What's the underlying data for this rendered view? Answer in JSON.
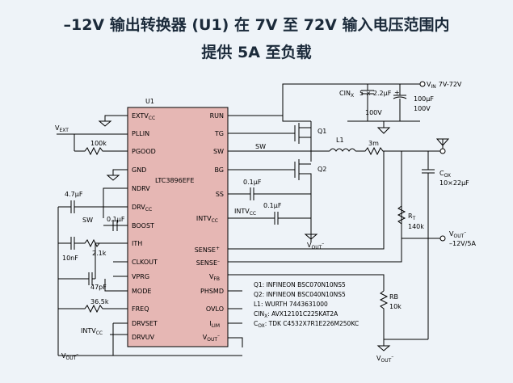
{
  "title": {
    "line1": "–12V 输出转换器 (U1) 在 7V 至 72V 输入电压范围内",
    "line2": "提供 5A 至负载"
  },
  "ic": {
    "ref": "U1",
    "part": "LTC3896EFE",
    "left_pins": {
      "extvcc": "EXTV",
      "extvcc_sub": "CC",
      "pllin": "PLLIN",
      "pgood": "PGOOD",
      "gnd": "GND",
      "ndrv": "NDRV",
      "drvcc": "DRV",
      "drvcc_sub": "CC",
      "boost": "BOOST",
      "ith": "ITH",
      "clkout": "CLKOUT",
      "vprg": "VPRG",
      "mode": "MODE",
      "freq": "FREQ",
      "drvset": "DRVSET",
      "drvuv": "DRVUV"
    },
    "right_pins": {
      "run": "RUN",
      "tg": "TG",
      "sw": "SW",
      "bg": "BG",
      "ss": "SS",
      "intvcc": "INTV",
      "intvcc_sub": "CC",
      "sense_p": "SENSE",
      "sense_n": "SENSE",
      "vfb": "V",
      "vfb_sub": "FB",
      "phsmd": "PHSMD",
      "ovlo": "OVLO",
      "ilim": "I",
      "ilim_sub": "LIM",
      "vout_neg": "V",
      "vout_neg_sub": "OUT"
    }
  },
  "components": {
    "vin": "V",
    "vin_sub": "IN",
    "vin_range": "7V-72V",
    "cin_name": "CIN",
    "cin_sub": "X",
    "cin_value": "5 × 2.2µF",
    "cin_volt": "100V",
    "cbulk_value": "100µF",
    "cbulk_volt": "100V",
    "q1": "Q1",
    "q2": "Q2",
    "l1": "L1",
    "rsense": "3m",
    "sw_label": "SW",
    "vext": "V",
    "vext_sub": "EXT",
    "r_pgood": "100k",
    "c_ndrv": "4.7µF",
    "boost_sw": "SW",
    "c_boost": "0.1µF",
    "c_ith": "10nF",
    "r_ith": "2.1k",
    "c_ith2": "47pF",
    "r_freq": "36.5k",
    "intvcc_label": "INTV",
    "intvcc_sub": "CC",
    "c_ss": "0.1µF",
    "c_int": "0.1µF",
    "cox_name": "C",
    "cox_sub": "OX",
    "cox_value": "10×22µF",
    "rt_name": "R",
    "rt_sub": "T",
    "rt_value": "140k",
    "rb_name": "RB",
    "rb_value": "10k",
    "vout_out": "V",
    "vout_out_sub": "OUT",
    "vout_out_val": "–12V/5A",
    "vout_gnd": "V",
    "vout_gnd_sub": "OUT",
    "pos": "+"
  },
  "notes": [
    "Q1: INFINEON BSC070N10NS5",
    "Q2: INFINEON BSC040N10NS5",
    "L1: WURTH 7443631000",
    "CIN",
    "X",
    ": AVX12101C225KAT2A",
    "C",
    "OX",
    ": TDK C4532X7R1E226M250KC"
  ]
}
